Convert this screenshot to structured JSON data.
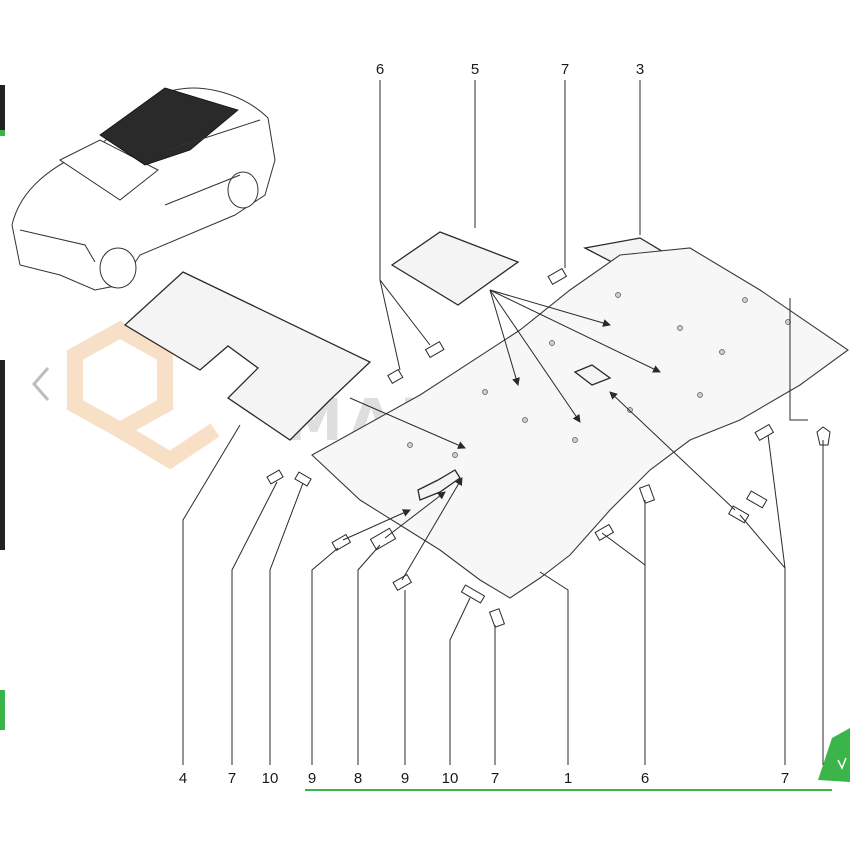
{
  "diagram": {
    "watermark_text": "МАВИКО",
    "colors": {
      "line": "#2a2a2a",
      "accent_green": "#3bb54a",
      "watermark_orange": "#f3c79a"
    },
    "callouts_top": [
      "6",
      "5",
      "7",
      "3"
    ],
    "callouts_bottom": [
      "4",
      "7",
      "10",
      "9",
      "8",
      "9",
      "10",
      "7",
      "1",
      "6",
      "7"
    ],
    "icons": [
      "back-chevron-icon",
      "watermark-logo-icon",
      "corner-badge-icon"
    ]
  }
}
